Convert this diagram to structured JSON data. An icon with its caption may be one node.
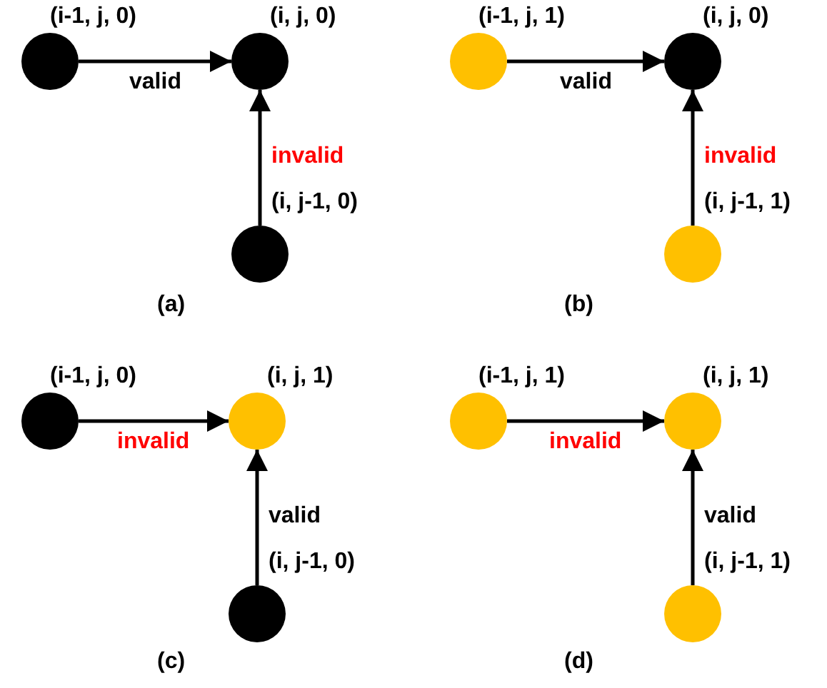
{
  "diagram": {
    "nodes": [
      {
        "text": [],
        "shape": "circle",
        "beside": [
          "(i-1, j, 0)"
        ]
      },
      {
        "text": [],
        "shape": "circle",
        "beside": [
          "(i, j, 0)"
        ]
      },
      {
        "text": [],
        "shape": "circle",
        "beside": [
          "(i, j-1, 0)"
        ]
      },
      {
        "text": [],
        "shape": "circle",
        "beside": [
          "(i-1, j, 1)"
        ]
      },
      {
        "text": [],
        "shape": "circle",
        "beside": [
          "(i, j, 0)"
        ]
      },
      {
        "text": [],
        "shape": "circle",
        "beside": [
          "(i, j-1, 1)"
        ]
      },
      {
        "text": [],
        "shape": "circle",
        "beside": [
          "(i-1, j, 0)"
        ]
      },
      {
        "text": [],
        "shape": "circle",
        "beside": [
          "(i, j, 1)"
        ]
      },
      {
        "text": [],
        "shape": "circle",
        "beside": [
          "(i, j-1, 0)"
        ]
      },
      {
        "text": [],
        "shape": "circle",
        "beside": [
          "(i-1, j, 1)"
        ]
      },
      {
        "text": [],
        "shape": "circle",
        "beside": [
          "(i, j, 1)"
        ]
      },
      {
        "text": [],
        "shape": "circle",
        "beside": [
          "(i, j-1, 1)"
        ]
      }
    ],
    "edges": [
      {
        "from": 0,
        "to": 1,
        "arrow": "to",
        "label": "valid"
      },
      {
        "from": 2,
        "to": 1,
        "arrow": "to",
        "label": "invalid"
      },
      {
        "from": 3,
        "to": 4,
        "arrow": "to",
        "label": "valid"
      },
      {
        "from": 5,
        "to": 4,
        "arrow": "to",
        "label": "invalid"
      },
      {
        "from": 6,
        "to": 7,
        "arrow": "to",
        "label": "invalid"
      },
      {
        "from": 8,
        "to": 7,
        "arrow": "to",
        "label": "valid"
      },
      {
        "from": 9,
        "to": 10,
        "arrow": "to",
        "label": "invalid"
      },
      {
        "from": 11,
        "to": 10,
        "arrow": "to",
        "label": "valid"
      }
    ],
    "labels": [
      "(a)",
      "(b)",
      "(c)",
      "(d)"
    ]
  }
}
